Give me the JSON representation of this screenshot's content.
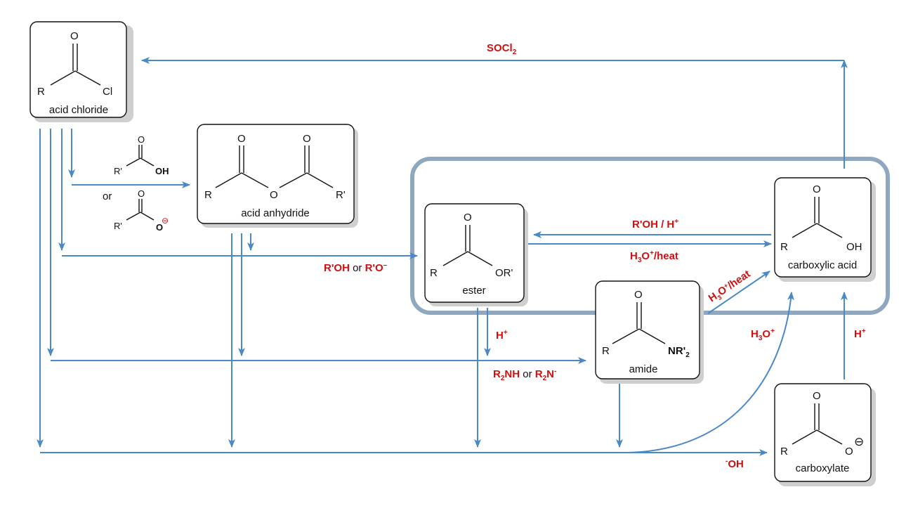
{
  "colors": {
    "arrow": "#4a88c6",
    "reagent": "#d01010",
    "chlorine": "#22cc22",
    "group": "#8fa8c0",
    "ink": "#111111"
  },
  "compounds": {
    "acid_chloride": {
      "name": "acid chloride",
      "r": "R",
      "o": "O",
      "x": "Cl"
    },
    "acid_anhydride": {
      "name": "acid anhydride",
      "r": "R",
      "r2": "R'",
      "o1": "O",
      "o2": "O",
      "o_bridge": "O"
    },
    "ester": {
      "name": "ester",
      "r": "R",
      "o": "O",
      "x": "OR'"
    },
    "carboxylic_acid": {
      "name": "carboxylic acid",
      "r": "R",
      "o": "O",
      "x": "OH"
    },
    "amide": {
      "name": "amide",
      "r": "R",
      "o": "O",
      "x": "NR'",
      "x_sub": "2"
    },
    "carboxylate": {
      "name": "carboxylate",
      "r": "R",
      "o": "O",
      "x": "O",
      "charge": "⊖"
    }
  },
  "small_reagents": {
    "acid": {
      "r": "R'",
      "o": "O",
      "x": "OH"
    },
    "or_text": "or",
    "anion": {
      "r": "R'",
      "o": "O",
      "x": "O",
      "charge": "⊖"
    }
  },
  "conditions": {
    "socl2": {
      "main": "SOCl",
      "sub": "2"
    },
    "roh_ro": {
      "a": "R'OH",
      "or": " or ",
      "b": "R'O",
      "sup": "–"
    },
    "roh_h": {
      "main": "R'OH / H",
      "sup": "+"
    },
    "h3o_heat": {
      "a": "H",
      "sub": "3",
      "b": "O",
      "sup": "+",
      "c": "/heat"
    },
    "h3o_heat_diag": {
      "a": "H",
      "sub": "3",
      "b": "O",
      "sup": "+",
      "c": "/heat"
    },
    "h_plus_ester": {
      "main": "H",
      "sup": "+"
    },
    "r2nh": {
      "a": "R",
      "sub1": "2",
      "b": "NH",
      "or": " or ",
      "c": "R",
      "sub2": "2",
      "d": "N",
      "sup": "-"
    },
    "h3o_curve": {
      "a": "H",
      "sub": "3",
      "b": "O",
      "sup": "+"
    },
    "h_plus_carboxylate": {
      "main": "H",
      "sup": "+"
    },
    "oh": {
      "sup": "-",
      "main": "OH"
    }
  }
}
